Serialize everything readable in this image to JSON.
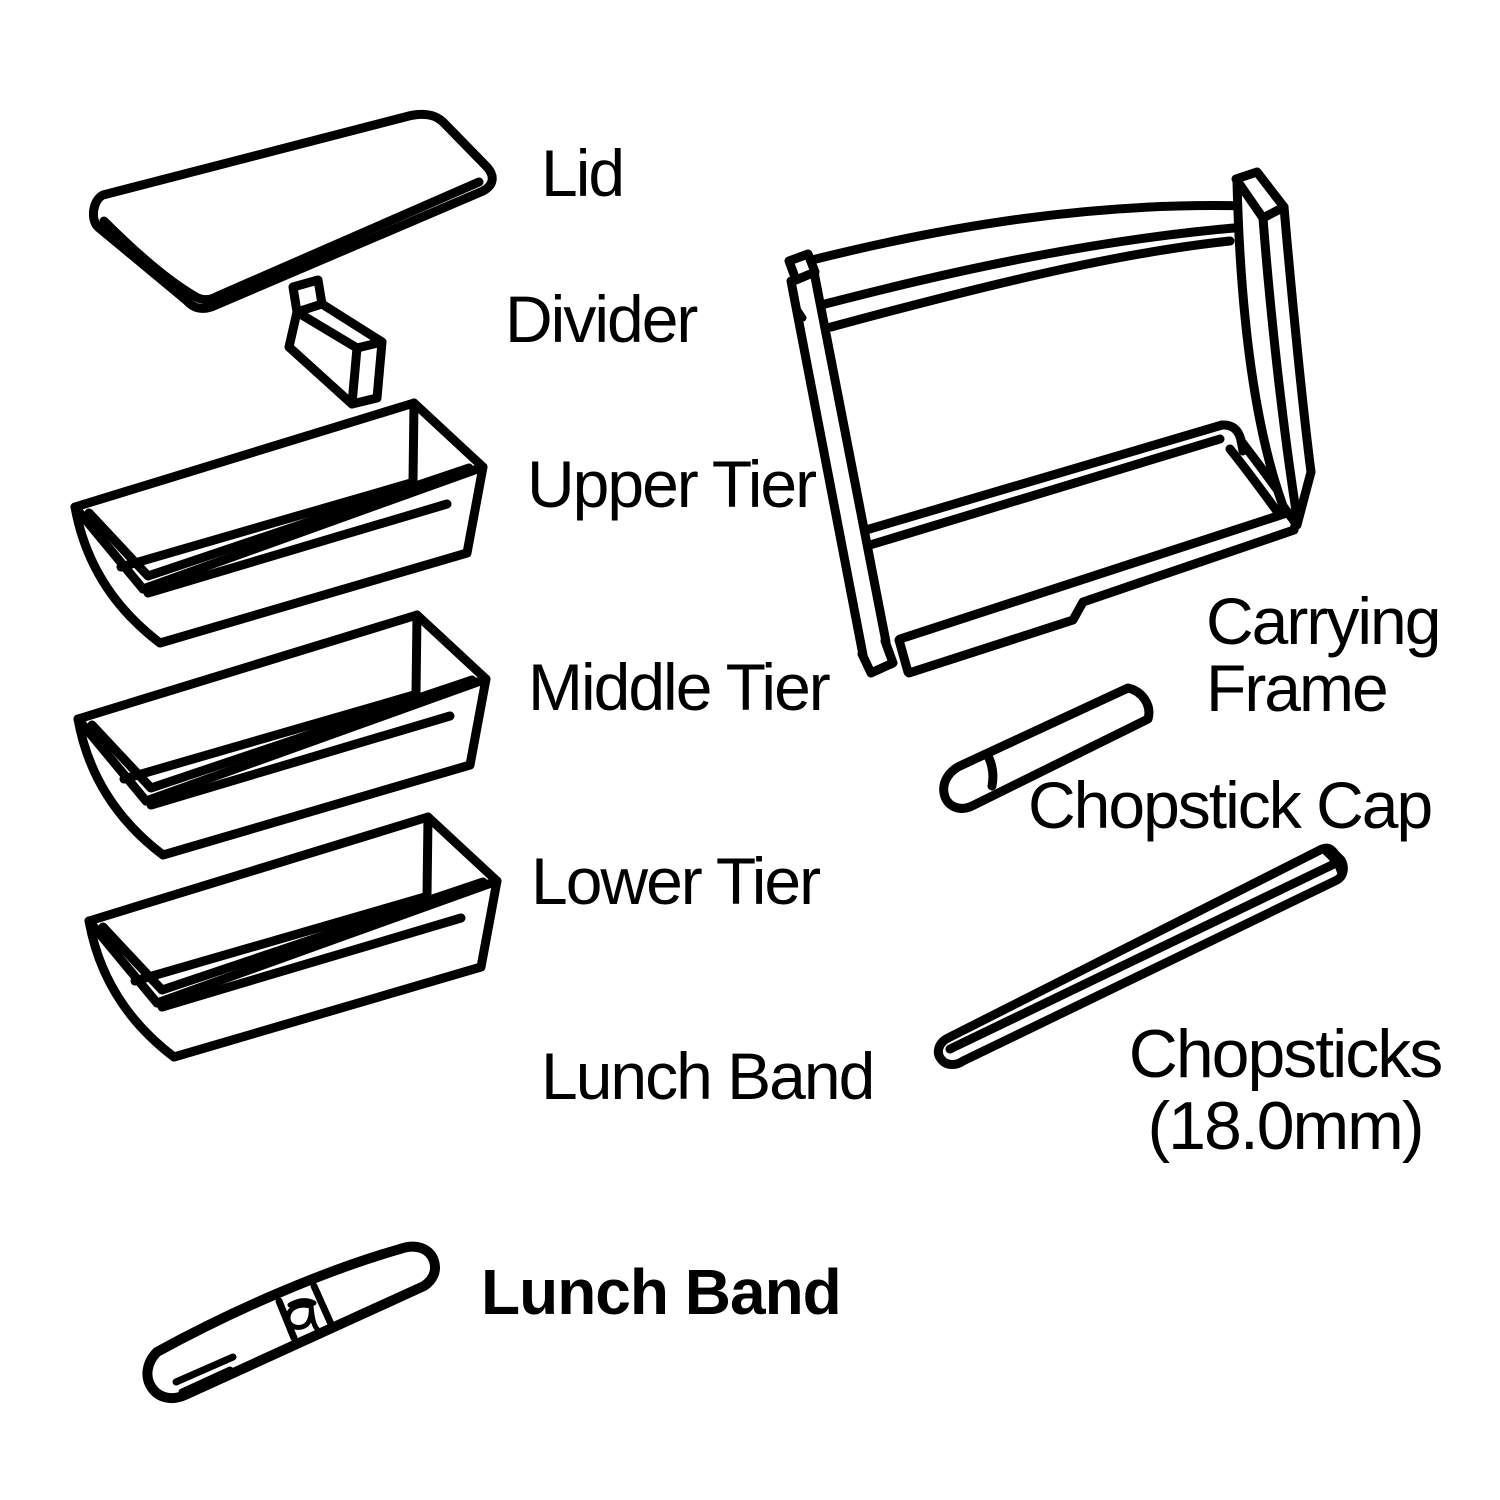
{
  "diagram": {
    "parts": [
      {
        "id": "lid",
        "label": "Lid"
      },
      {
        "id": "divider",
        "label": "Divider"
      },
      {
        "id": "upper-tier",
        "label": "Upper Tier"
      },
      {
        "id": "middle-tier",
        "label": "Middle Tier"
      },
      {
        "id": "lower-tier",
        "label": "Lower Tier"
      },
      {
        "id": "lunch-band",
        "label": "Lunch Band"
      },
      {
        "id": "carrying-frame",
        "label": "Carrying Frame",
        "line1": "Carrying",
        "line2": "Frame"
      },
      {
        "id": "chopstick-cap",
        "label": "Chopstick Cap"
      },
      {
        "id": "chopsticks",
        "label": "Chopsticks (18.0mm)",
        "line1": "Chopsticks",
        "line2": "(18.0mm)"
      },
      {
        "id": "lunch-band-bottom",
        "label": "Lunch Band"
      }
    ],
    "colors": {
      "ink": "#000000",
      "background": "#ffffff"
    }
  }
}
